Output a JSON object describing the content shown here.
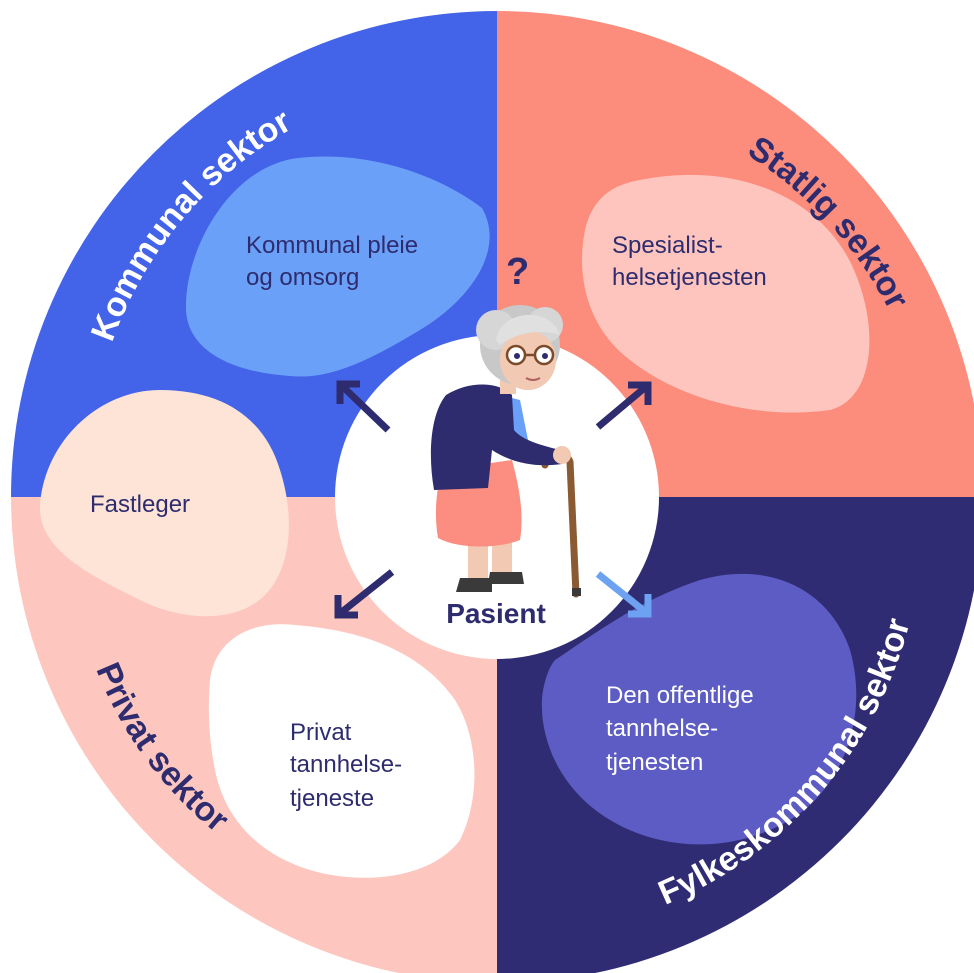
{
  "colors": {
    "kommunal": "#4363e8",
    "statlig": "#fc8c7c",
    "privat": "#fdc7bf",
    "fylkeskommunal": "#302c73",
    "dark_text": "#2e2c6e",
    "center": "#ffffff",
    "arrow_dark": "#2e2c6e",
    "arrow_light": "#6da2f2"
  },
  "sectors": {
    "kommunal": "Kommunal sektor",
    "statlig": "Statlig sektor",
    "privat": "Privat sektor",
    "fylkeskommunal": "Fylkeskommunal sektor"
  },
  "services": {
    "kommunal_pleie": [
      "Kommunal pleie",
      "og omsorg"
    ],
    "spesialist": [
      "Spesialist-",
      "helsetjenesten"
    ],
    "fastleger": [
      "Fastleger"
    ],
    "privat_tannhelse": [
      "Privat",
      "tannhelse-",
      "tjeneste"
    ],
    "offentlige_tannhelse": [
      "Den offentlige",
      "tannhelse-",
      "tjenesten"
    ]
  },
  "center": {
    "label": "Pasient",
    "question": "?"
  },
  "icons": {
    "patient": "elderly-woman-with-cane-icon",
    "arrows": "diagonal-arrow-icon"
  }
}
